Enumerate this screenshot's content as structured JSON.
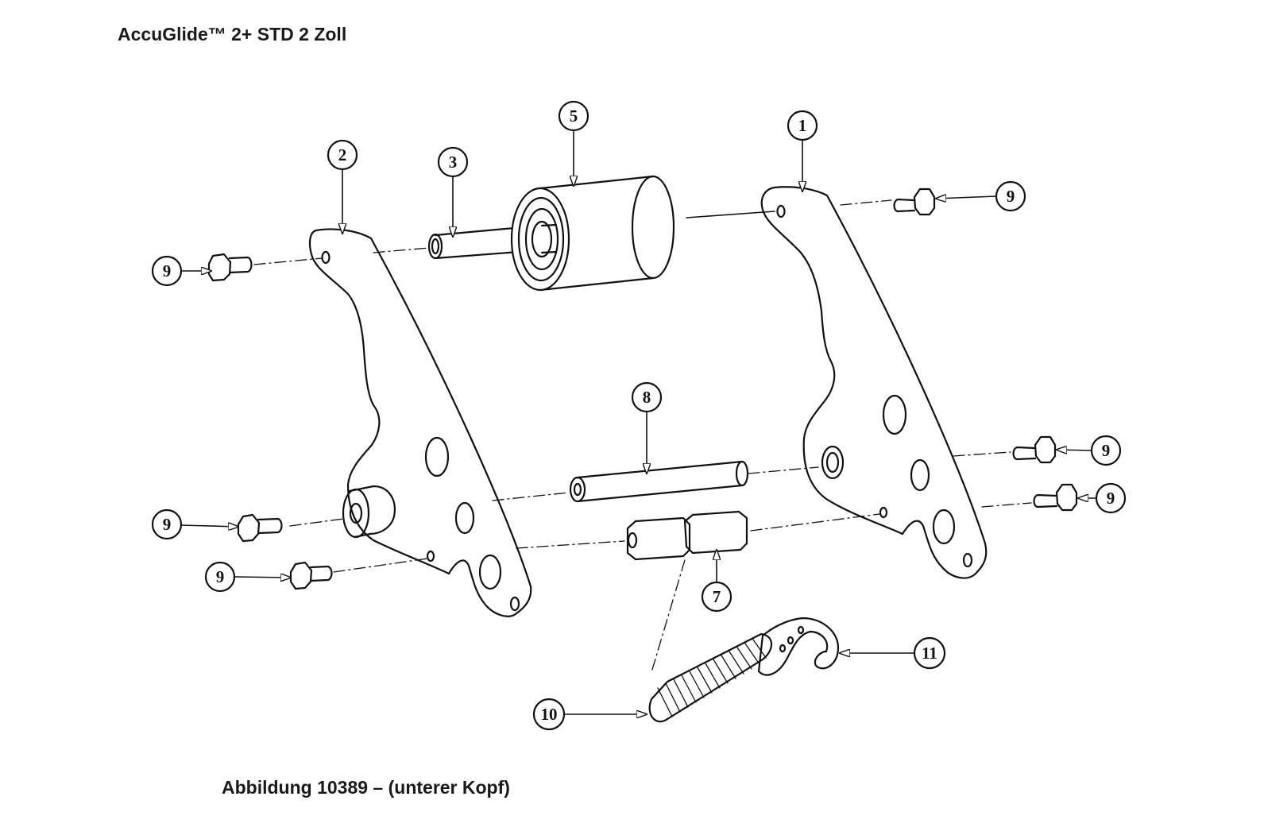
{
  "title": "AccuGlide™ 2+ STD 2 Zoll",
  "caption": "Abbildung 10389 – (unterer Kopf)",
  "callouts": [
    {
      "id": "c1",
      "label": "1"
    },
    {
      "id": "c2",
      "label": "2"
    },
    {
      "id": "c3",
      "label": "3"
    },
    {
      "id": "c5",
      "label": "5"
    },
    {
      "id": "c7",
      "label": "7"
    },
    {
      "id": "c8",
      "label": "8"
    },
    {
      "id": "c9a",
      "label": "9"
    },
    {
      "id": "c9b",
      "label": "9"
    },
    {
      "id": "c9c",
      "label": "9"
    },
    {
      "id": "c9d",
      "label": "9"
    },
    {
      "id": "c9e",
      "label": "9"
    },
    {
      "id": "c9f",
      "label": "9"
    },
    {
      "id": "c10",
      "label": "10"
    },
    {
      "id": "c11",
      "label": "11"
    }
  ]
}
